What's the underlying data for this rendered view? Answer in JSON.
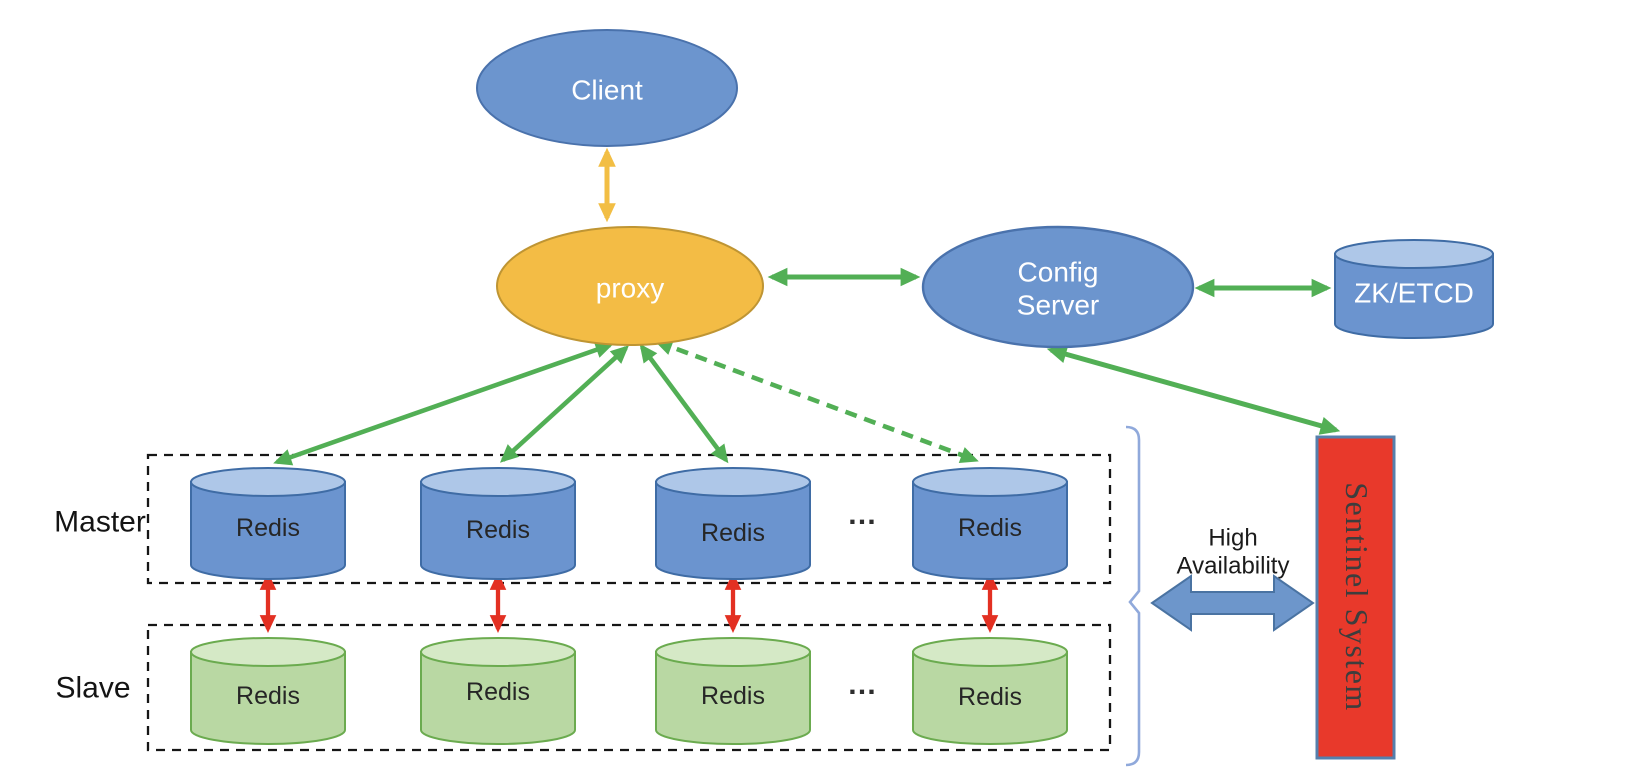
{
  "nodes": {
    "client": {
      "label": "Client"
    },
    "proxy": {
      "label": "proxy"
    },
    "config_server": {
      "label_line1": "Config",
      "label_line2": "Server"
    },
    "zk_etcd": {
      "label": "ZK/ETCD"
    },
    "sentinel_system": {
      "label": "Sentinel System"
    }
  },
  "groups": {
    "master": {
      "label": "Master",
      "ellipsis": "…",
      "items": [
        {
          "label": "Redis"
        },
        {
          "label": "Redis"
        },
        {
          "label": "Redis"
        },
        {
          "label": "Redis"
        }
      ]
    },
    "slave": {
      "label": "Slave",
      "ellipsis": "…",
      "items": [
        {
          "label": "Redis"
        },
        {
          "label": "Redis"
        },
        {
          "label": "Redis"
        },
        {
          "label": "Redis"
        }
      ]
    }
  },
  "annotations": {
    "high_availability": {
      "line1": "High",
      "line2": "Availability"
    }
  },
  "colors": {
    "node_blue": "#6C95CE",
    "node_blue_border": "#4A72AC",
    "cylinder_blue_body": "#6B94CF",
    "cylinder_blue_top": "#AEC7E8",
    "cylinder_blue_border": "#3F6CA5",
    "proxy_yellow": "#F3BC45",
    "proxy_yellow_border": "#BF9533",
    "yellow_arrow": "#F2BE44",
    "green_arrow": "#52AF55",
    "red_arrow": "#E33022",
    "sentinel_red": "#E8392B",
    "sentinel_border": "#567FAC",
    "slave_green_body": "#B9D8A3",
    "slave_green_top": "#D5E9C6",
    "slave_green_border": "#6BAB4F",
    "ha_arrow_blue": "#6D96CB",
    "ha_arrow_border": "#4A73A2",
    "brace_blue": "#90A9DB",
    "dashed_box": "#161616"
  }
}
